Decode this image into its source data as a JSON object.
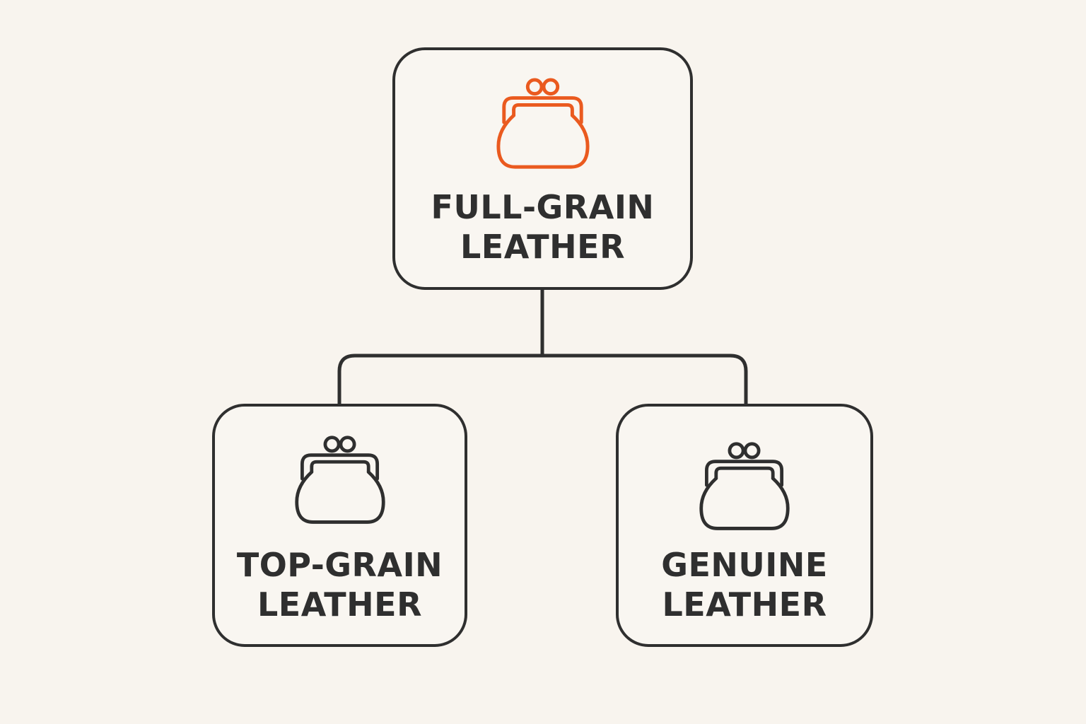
{
  "diagram": {
    "root": {
      "line1": "FULL-GRAIN",
      "line2": "LEATHER",
      "icon": "coin-purse-icon",
      "color": "#ea5a1f"
    },
    "children": [
      {
        "line1": "TOP-GRAIN",
        "line2": "LEATHER",
        "icon": "coin-purse-icon",
        "color": "#2f2f2f"
      },
      {
        "line1": "GENUINE",
        "line2": "LEATHER",
        "icon": "coin-purse-icon",
        "color": "#2f2f2f"
      }
    ],
    "line_color": "#2f2f2f",
    "background": "#f8f4ee"
  }
}
